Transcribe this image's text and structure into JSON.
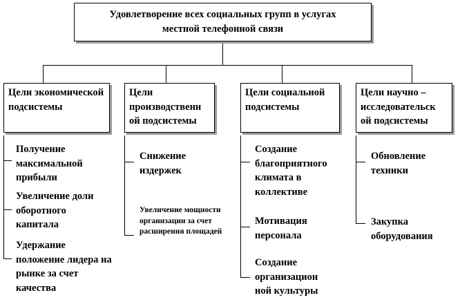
{
  "title": "Удовлетворение всех социальных групп в услугах местной телефонной связи",
  "columns": [
    {
      "header": "Цели экономической подсистемы",
      "items": [
        "Получение максимальной прибыли",
        "Увеличение доли оборотного капитала",
        "Удержание положение лидера на рынке за счет качества"
      ]
    },
    {
      "header": "Цели производственн ой подсистемы",
      "items": [
        "Снижение издержек",
        "Увеличение мощности организации за счет расширения площадей"
      ]
    },
    {
      "header": "Цели социальной подсистемы",
      "items": [
        "Создание благоприятного климата в коллективе",
        "Мотивация персонала",
        "Создание организацион ной культуры"
      ]
    },
    {
      "header": "Цели научно – исследовательск ой подсистемы",
      "items": [
        "Обновление техники",
        "Закупка оборудования"
      ]
    }
  ]
}
